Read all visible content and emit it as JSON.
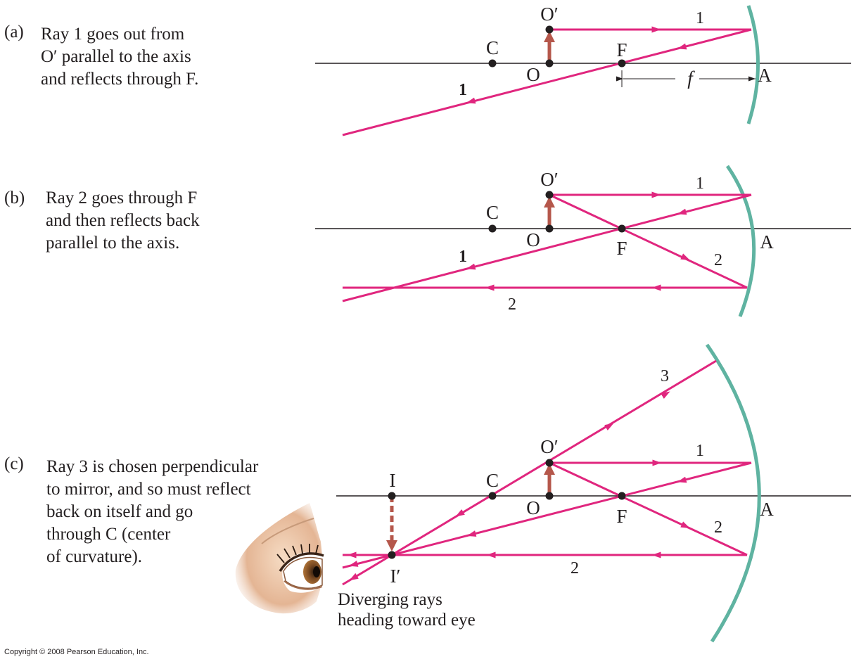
{
  "panels": {
    "a": {
      "label": "(a)",
      "caption": [
        "Ray 1 goes out from",
        "O′ parallel to the axis",
        "and reflects through F."
      ],
      "points": {
        "O_prime": "O′",
        "C": "C",
        "O": "O",
        "F": "F",
        "A": "A"
      },
      "ray_labels": {
        "r1_top": "1",
        "r1_out": "1"
      },
      "focal_label": "f"
    },
    "b": {
      "label": "(b)",
      "caption": [
        "Ray 2 goes through F",
        "and then reflects back",
        "parallel to the axis."
      ],
      "points": {
        "O_prime": "O′",
        "C": "C",
        "O": "O",
        "F": "F",
        "A": "A"
      },
      "ray_labels": {
        "r1_top": "1",
        "r1_out": "1",
        "r2_in": "2",
        "r2_out": "2"
      }
    },
    "c": {
      "label": "(c)",
      "caption": [
        "Ray 3 is chosen perpendicular",
        "to mirror, and so must reflect",
        "back on itself and go",
        "through C (center",
        "of curvature)."
      ],
      "points": {
        "O_prime": "O′",
        "C": "C",
        "O": "O",
        "F": "F",
        "A": "A",
        "I": "I",
        "I_prime": "I′"
      },
      "ray_labels": {
        "r3": "3",
        "r1": "1",
        "r2_in": "2",
        "r2_out": "2"
      },
      "eye_caption": [
        "Diverging rays",
        "heading toward eye"
      ]
    }
  },
  "copyright": "Copyright © 2008 Pearson Education, Inc.",
  "colors": {
    "ray": "#e0267e",
    "mirror": "#5fb3a1",
    "object_arrow": "#b5574b",
    "axis": "#231f20"
  }
}
